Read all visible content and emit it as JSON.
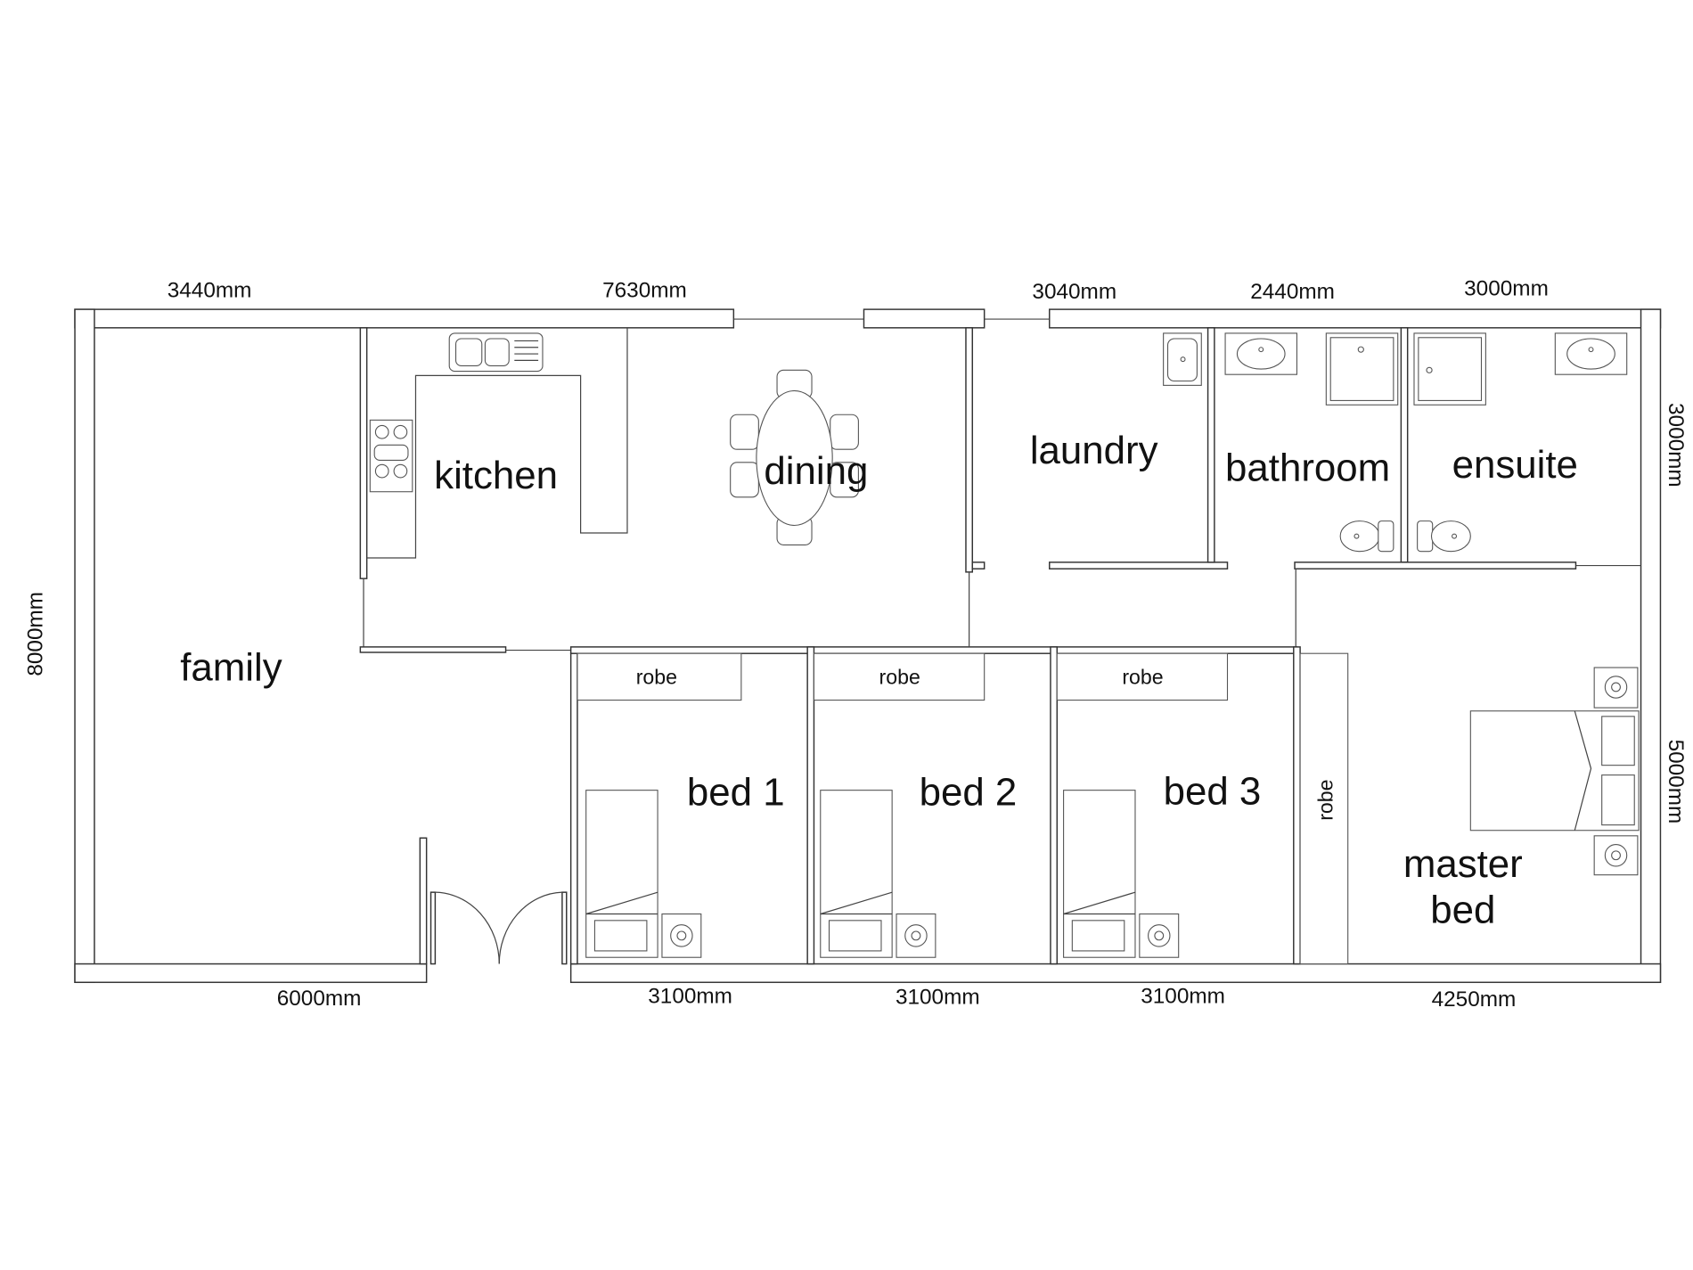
{
  "rooms": {
    "family": "family",
    "kitchen": "kitchen",
    "dining": "dining",
    "laundry": "laundry",
    "bathroom": "bathroom",
    "ensuite": "ensuite",
    "bed1": "bed 1",
    "bed2": "bed 2",
    "bed3": "bed 3",
    "master_line1": "master",
    "master_line2": "bed",
    "robe": "robe"
  },
  "dimensions": {
    "top": [
      "3440mm",
      "7630mm",
      "3040mm",
      "2440mm",
      "3000mm"
    ],
    "bottom": [
      "6000mm",
      "3100mm",
      "3100mm",
      "3100mm",
      "4250mm"
    ],
    "left": "8000mm",
    "right": [
      "3000mm",
      "5000mm"
    ]
  }
}
